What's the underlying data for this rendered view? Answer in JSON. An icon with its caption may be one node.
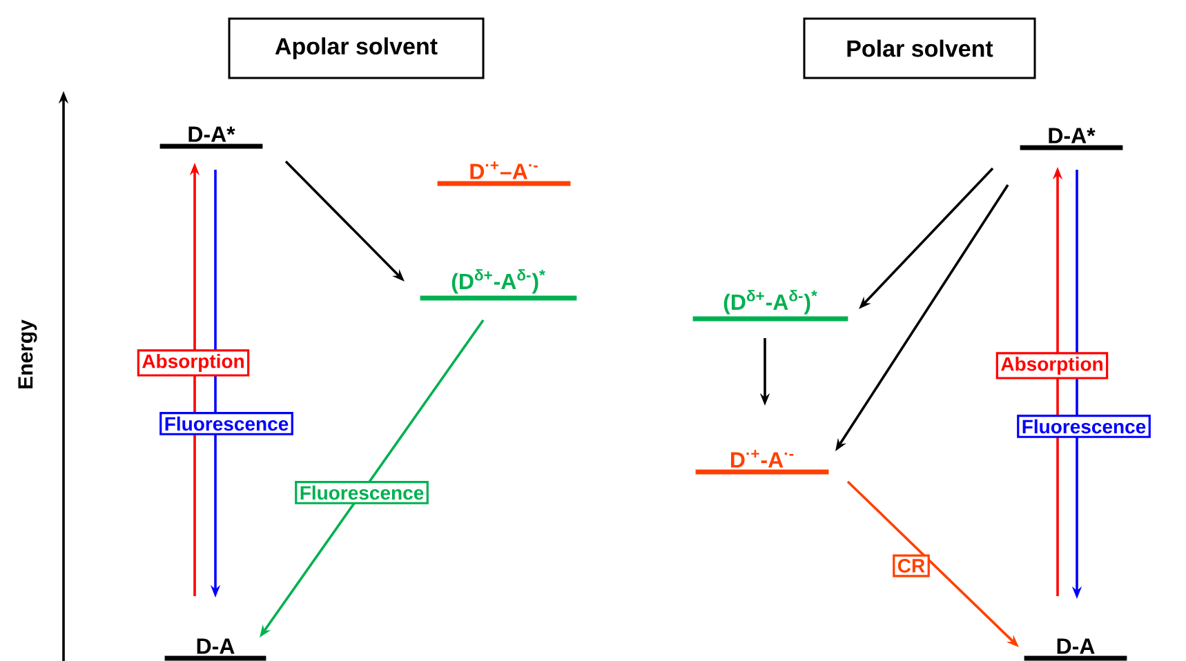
{
  "diagram": {
    "nodes": [
      {
        "text": [
          "Apolar solvent"
        ]
      },
      {
        "text": [
          "Polar solvent"
        ]
      },
      {
        "text": [
          "D-A*"
        ]
      },
      {
        "text": [
          "D$^{·+}$–A$^{·-}$"
        ]
      },
      {
        "text": [
          "(D$^{δ+}$-A$^{δ-}$)$^{*}$"
        ]
      },
      {
        "text": [
          "D-A"
        ]
      },
      {
        "text": [
          "D-A*"
        ]
      },
      {
        "text": [
          "(D$^{δ+}$-A$^{δ-}$)$^{*}$"
        ]
      },
      {
        "text": [
          "D$^{·+}$-A$^{·-}$"
        ]
      },
      {
        "text": [
          "D-A"
        ]
      }
    ],
    "edges": [
      {
        "from": 5,
        "to": 2,
        "arrow": "to",
        "label": "Absorption",
        "color": "#ff0000"
      },
      {
        "from": 2,
        "to": 5,
        "arrow": "to",
        "label": "Fluorescence",
        "color": "#0000ff"
      },
      {
        "from": 2,
        "to": 4,
        "arrow": "to"
      },
      {
        "from": 4,
        "to": 5,
        "arrow": "to",
        "label": "Fluorescence",
        "color": "#00b050"
      },
      {
        "from": 9,
        "to": 6,
        "arrow": "to",
        "label": "Absorption",
        "color": "#ff0000"
      },
      {
        "from": 6,
        "to": 9,
        "arrow": "to",
        "label": "Fluorescence",
        "color": "#0000ff"
      },
      {
        "from": 6,
        "to": 7,
        "arrow": "to"
      },
      {
        "from": 6,
        "to": 8,
        "arrow": "to"
      },
      {
        "from": 7,
        "to": 8,
        "arrow": "to"
      },
      {
        "from": 8,
        "to": 9,
        "arrow": "to",
        "label": "CR",
        "color": "#ff4000"
      }
    ],
    "labels": [
      "Energy"
    ]
  }
}
